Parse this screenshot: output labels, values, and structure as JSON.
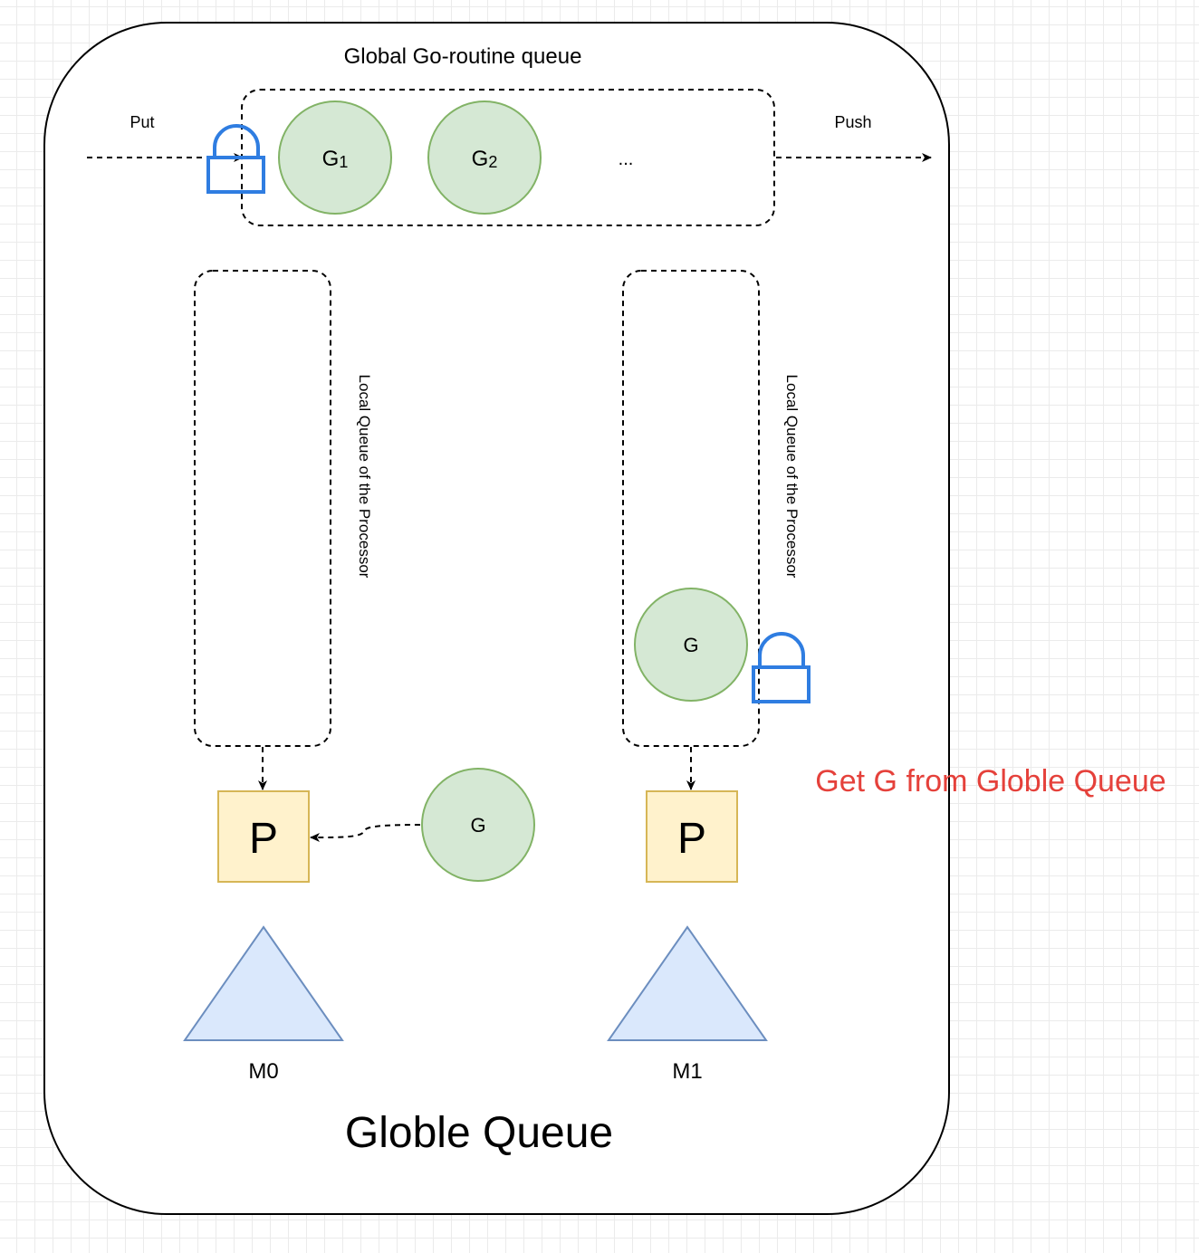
{
  "global_queue": {
    "title": "Global Go-routine queue",
    "put_label": "Put",
    "push_label": "Push",
    "g1": {
      "base": "G",
      "sub": "1"
    },
    "g2": {
      "base": "G",
      "sub": "2"
    },
    "ellipsis": "..."
  },
  "processors": [
    {
      "queue_label": "Local Queue of the Processor",
      "p_label": "P",
      "m_label": "M0"
    },
    {
      "queue_label": "Local Queue of the Processor",
      "p_label": "P",
      "m_label": "M1",
      "local_g_label": "G"
    }
  ],
  "incoming_g_label": "G",
  "annotation": "Get G from Globle Queue",
  "container_label": "Globle Queue",
  "colors": {
    "goroutine_fill": "#d5e8d4",
    "goroutine_stroke": "#82b366",
    "processor_fill": "#fff2cc",
    "processor_stroke": "#d6b656",
    "machine_fill": "#dae8fc",
    "machine_stroke": "#6c8ebf",
    "lock_stroke": "#2f7de1",
    "annotation": "#e5413b"
  },
  "icons": [
    "lock-icon",
    "lock-icon"
  ]
}
